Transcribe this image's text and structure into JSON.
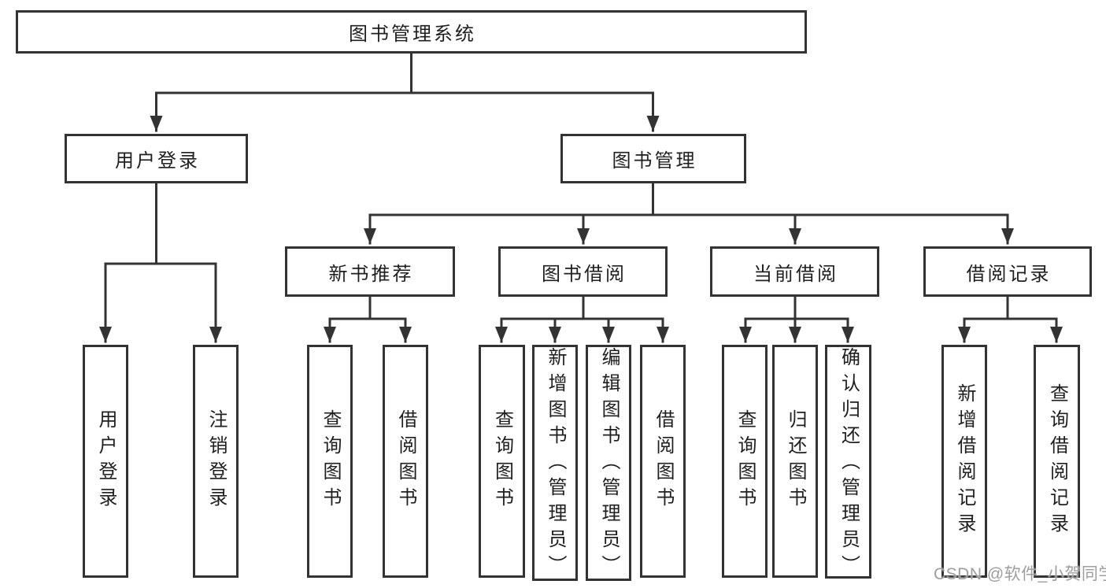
{
  "diagram": {
    "root": {
      "label": "图书管理系统"
    },
    "level2": {
      "user_login": {
        "label": "用户登录"
      },
      "book_management": {
        "label": "图书管理"
      }
    },
    "level3": {
      "new_books": {
        "label": "新书推荐"
      },
      "borrowing": {
        "label": "图书借阅"
      },
      "current": {
        "label": "当前借阅"
      },
      "records": {
        "label": "借阅记录"
      }
    },
    "leaves": {
      "login": {
        "label": "用户登录"
      },
      "logout": {
        "label": "注销登录"
      },
      "nb_query": {
        "label": "查询图书"
      },
      "nb_borrow": {
        "label": "借阅图书"
      },
      "bw_query": {
        "label": "查询图书"
      },
      "bw_add": {
        "label": "新增图书（管理员）"
      },
      "bw_edit": {
        "label": "编辑图书（管理员）"
      },
      "bw_borrow": {
        "label": "借阅图书"
      },
      "cur_query": {
        "label": "查询图书"
      },
      "cur_return": {
        "label": "归还图书"
      },
      "cur_confirm": {
        "label": "确认归还（管理员）"
      },
      "rec_add": {
        "label": "新增借阅记录"
      },
      "rec_query": {
        "label": "查询借阅记录"
      }
    }
  },
  "watermark": {
    "text": "CSDN @软件_小贺同学"
  },
  "colors": {
    "line": "#333333",
    "text": "#1f1f1f",
    "watermark": "#9e9e9e",
    "background": "#ffffff"
  }
}
